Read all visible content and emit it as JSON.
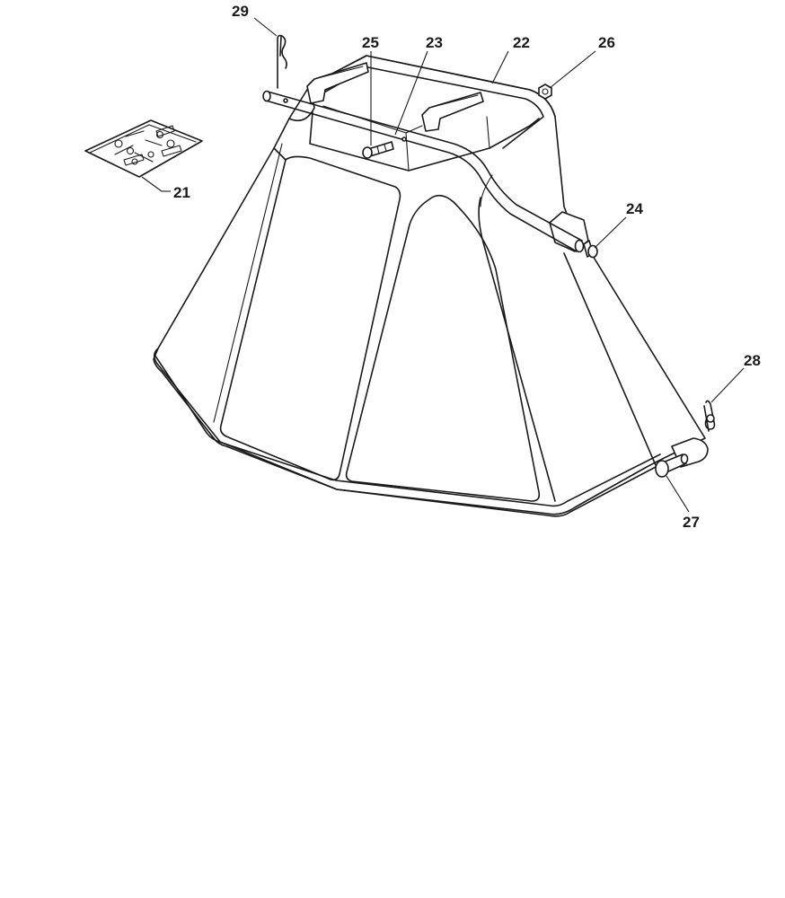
{
  "diagram": {
    "type": "exploded-parts-view",
    "callouts": {
      "c21": "21",
      "c22": "22",
      "c23": "23",
      "c24": "24",
      "c25": "25",
      "c26": "26",
      "c27": "27",
      "c28": "28",
      "c29": "29"
    }
  }
}
